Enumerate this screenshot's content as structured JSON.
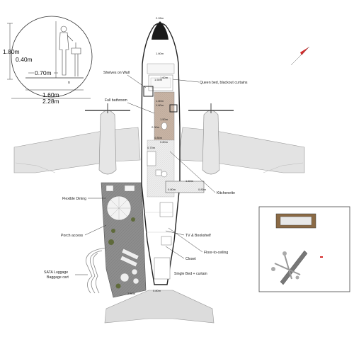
{
  "cross_section": {
    "dim_height_outer": "1.80m",
    "dim_height_inner": "0.40m",
    "dim_inner_width": "0.70m",
    "dim_floor_width": "1.60m",
    "dim_total_width": "2.28m"
  },
  "plan_dims": {
    "nose_width": "2.28m",
    "cockpit_width": "1.60m",
    "bed_a": "1.60m",
    "bed_b": "1.50m",
    "bath_a": "1.80m",
    "bath_b": "1.60m",
    "bath_c": "1.50m",
    "bath_d": "2.00m",
    "corridor_a": "0.80m",
    "corridor_b": "0.80m",
    "corridor_c": "0.70m",
    "kitchen_a": "1.60m",
    "kitchen_b": "0.80m",
    "kitchen_c": "0.80m",
    "porch_bottom": "2.50m",
    "tail_width": "0.80m"
  },
  "labels": {
    "shelves": "Shelves on Wall",
    "queen_bed": "Queen bed, blackout curtains",
    "bathroom": "Full bathroom",
    "kitchenette": "Kitchenette",
    "dining": "Flexible Dining",
    "porch": "Porch access",
    "tv": "TV & Bookshelf",
    "floor_ceiling": "Floor-to-ceiling",
    "closet": "Closet",
    "single_bed": "Single Bed + curtain",
    "luggage_1": "SATA Luggage",
    "luggage_2": "Baggage cart"
  },
  "colors": {
    "wing": "#e2e2e2",
    "wing_edge": "#9a9a9a",
    "deck": "#8b8b8b",
    "floor": "#e9e9e9",
    "bath_floor": "#c9b6a8",
    "compass_red": "#d42a2a",
    "inset_border": "#444444"
  },
  "icons": {
    "compass": "north-arrow-icon",
    "person": "person-figure-icon"
  }
}
